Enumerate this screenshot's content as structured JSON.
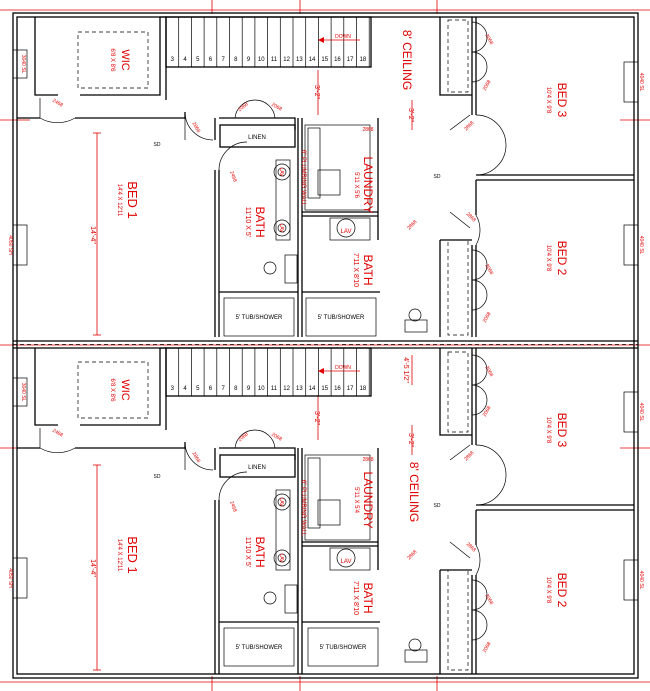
{
  "units": {
    "upper": {
      "wic": {
        "name": "WIC",
        "dim": "6'8 X 8'6"
      },
      "bed1": {
        "name": "BED 1",
        "dim": "14'4 X 12'11"
      },
      "bath_a": {
        "name": "BATH",
        "dim": "11'10 X 5'"
      },
      "laundry": {
        "name": "LAUNDRY",
        "dim": "5'11 X 5'6"
      },
      "bath_b": {
        "name": "BATH",
        "dim": "7'11 X 8'10"
      },
      "bed3": {
        "name": "BED 3",
        "dim": "10'4 X 9'8"
      },
      "bed2": {
        "name": "BED 2",
        "dim": "10'4 X 9'8"
      },
      "ceiling": "8' CEILING",
      "dim_a": "14'-4\"",
      "dim_b": "3'-2\"",
      "dim_c": "3'-2\""
    },
    "lower": {
      "wic": {
        "name": "WIC",
        "dim": "6'8 X 8'6"
      },
      "bed1": {
        "name": "BED 1",
        "dim": "14'4 X 12'11"
      },
      "bath_a": {
        "name": "BATH",
        "dim": "11'10 X 5'"
      },
      "laundry": {
        "name": "LAUNDRY",
        "dim": "5'11 X 5'4"
      },
      "bath_b": {
        "name": "BATH",
        "dim": "7'11 X 8'10"
      },
      "bed3": {
        "name": "BED 3",
        "dim": "10'4 X 9'8"
      },
      "bed2": {
        "name": "BED 2",
        "dim": "10'4 X 9'8"
      },
      "ceiling": "8' CEILING",
      "dim_a": "14'-4\"",
      "dim_b": "3'-2\"",
      "dim_c": "3'-2\"",
      "dim_stair": "4'-5 1/2\""
    }
  },
  "labels": {
    "down": "DOWN",
    "linen": "LINEN",
    "tub": "5' TUB/SHOWER",
    "lav": "LAV",
    "plumbing_wall": "6\" PLUMBING WALL",
    "door_2868": "2868",
    "door_2468": "2468",
    "door_2068": "2068",
    "window_3040": "3040 SL",
    "window_4040": "4040 SL",
    "window_4050": "4050 SH",
    "smoke": "SD"
  },
  "stair_numbers": [
    "3",
    "4",
    "5",
    "6",
    "7",
    "8",
    "9",
    "10",
    "11",
    "12",
    "13",
    "14",
    "15",
    "16",
    "17",
    "18"
  ],
  "colors": {
    "annotation": "#e00000",
    "walls": "#000000"
  }
}
